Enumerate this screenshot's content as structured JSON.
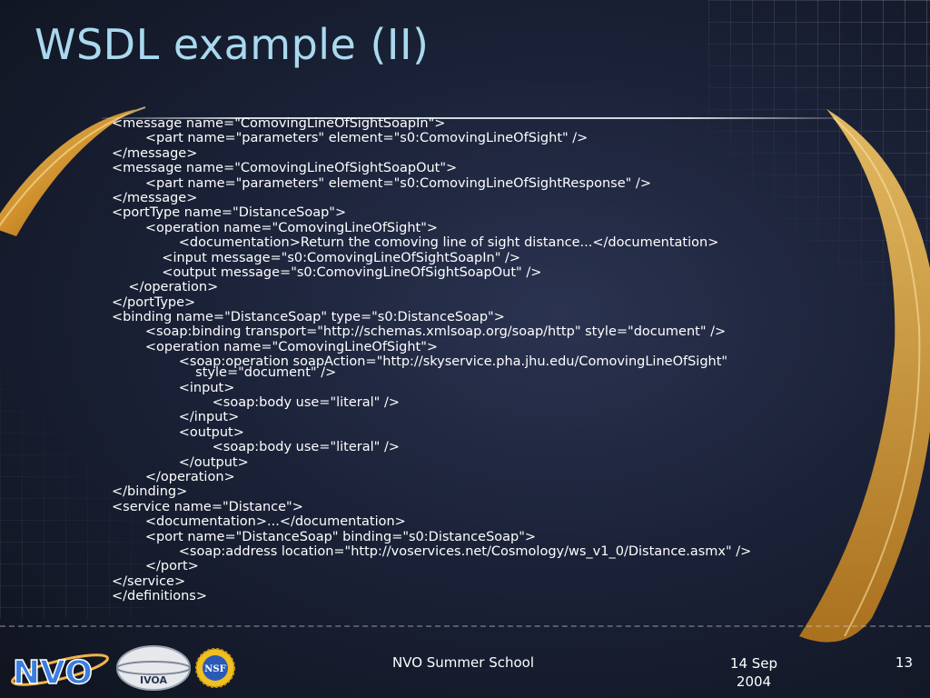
{
  "slide": {
    "title": "WSDL example (II)",
    "code_lines": [
      "<message name=\"ComovingLineOfSightSoapIn\">",
      "        <part name=\"parameters\" element=\"s0:ComovingLineOfSight\" />",
      "</message>",
      "<message name=\"ComovingLineOfSightSoapOut\">",
      "        <part name=\"parameters\" element=\"s0:ComovingLineOfSightResponse\" />",
      "</message>",
      "<portType name=\"DistanceSoap\">",
      "        <operation name=\"ComovingLineOfSight\">",
      "                <documentation>Return the comoving line of sight distance...</documentation>",
      "            <input message=\"s0:ComovingLineOfSightSoapIn\" />",
      "            <output message=\"s0:ComovingLineOfSightSoapOut\" />",
      "    </operation>",
      "</portType>",
      "<binding name=\"DistanceSoap\" type=\"s0:DistanceSoap\">",
      "        <soap:binding transport=\"http://schemas.xmlsoap.org/soap/http\" style=\"document\" />",
      "        <operation name=\"ComovingLineOfSight\">",
      "                <soap:operation soapAction=\"http://skyservice.pha.jhu.edu/ComovingLineOfSight\"",
      "                    style=\"document\" />",
      "                <input>",
      "                        <soap:body use=\"literal\" />",
      "                </input>",
      "                <output>",
      "                        <soap:body use=\"literal\" />",
      "                </output>",
      "        </operation>",
      "</binding>",
      "<service name=\"Distance\">",
      "        <documentation>...</documentation>",
      "        <port name=\"DistanceSoap\" binding=\"s0:DistanceSoap\">",
      "                <soap:address location=\"http://voservices.net/Cosmology/ws_v1_0/Distance.asmx\" />",
      "        </port>",
      "</service>",
      "</definitions>"
    ]
  },
  "footer": {
    "center": "NVO Summer School",
    "date_line1": "14 Sep",
    "date_line2": "2004",
    "page_number": "13"
  },
  "logos": {
    "nvo_text": "NVO",
    "ivoa_text": "IVOA",
    "nsf_text": "NSF"
  },
  "colors": {
    "title": "#a9d9ee",
    "text": "#ffffff",
    "accent_gold": "#e0a63a"
  }
}
